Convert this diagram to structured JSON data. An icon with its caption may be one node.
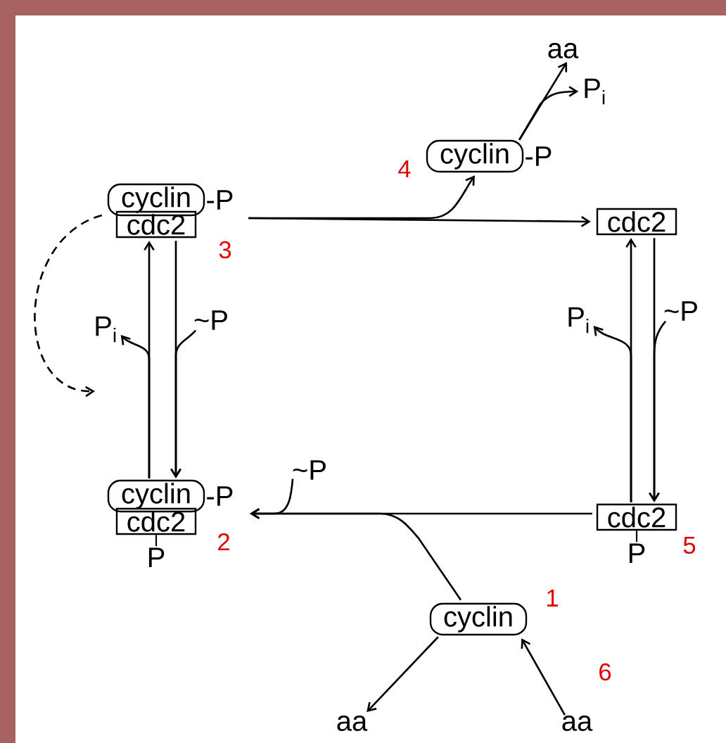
{
  "diagram": {
    "nodes": [
      {
        "text": [
          "aa"
        ]
      },
      {
        "text": [
          "P$_{i}$"
        ]
      },
      {
        "text": [
          "cyclin"
        ],
        "beside": [
          "-P"
        ]
      },
      {
        "text": [
          "cyclin"
        ],
        "beside": [
          "-P"
        ]
      },
      {
        "text": [
          "cdc2"
        ]
      },
      {
        "text": [
          "cdc2"
        ]
      },
      {
        "text": [
          "P$_{i}$"
        ]
      },
      {
        "text": [
          "~P"
        ]
      },
      {
        "text": [
          "P$_{i}$"
        ]
      },
      {
        "text": [
          "~P"
        ]
      },
      {
        "text": [
          "~P"
        ]
      },
      {
        "text": [
          "cyclin"
        ],
        "beside": [
          "-P"
        ]
      },
      {
        "text": [
          "cdc2"
        ],
        "beside": [
          "P"
        ]
      },
      {
        "text": [
          "cdc2"
        ],
        "beside": [
          "P"
        ]
      },
      {
        "text": [
          "cyclin"
        ]
      },
      {
        "text": [
          "aa"
        ]
      },
      {
        "text": [
          "aa"
        ]
      }
    ],
    "edges": [
      {
        "from": 3,
        "to": 5,
        "arrow": "to"
      },
      {
        "from": 3,
        "to": 2,
        "arrow": "to"
      },
      {
        "from": 2,
        "to": 0,
        "arrow": "to"
      },
      {
        "from": 2,
        "to": 1,
        "arrow": "to"
      },
      {
        "from": 13,
        "to": 5,
        "arrow": "to"
      },
      {
        "from": 13,
        "to": 6,
        "arrow": "to"
      },
      {
        "from": 5,
        "to": 13,
        "arrow": "to"
      },
      {
        "from": 7,
        "to": 13,
        "arrow": "to"
      },
      {
        "from": 11,
        "to": 4,
        "arrow": "to"
      },
      {
        "from": 11,
        "to": 8,
        "arrow": "to"
      },
      {
        "from": 4,
        "to": 11,
        "arrow": "to"
      },
      {
        "from": 9,
        "to": 11,
        "arrow": "to"
      },
      {
        "from": 3,
        "to": null,
        "arrow": "to",
        "style": "dashed"
      },
      {
        "from": 13,
        "to": 11,
        "arrow": "to"
      },
      {
        "from": 14,
        "to": 11,
        "arrow": "to"
      },
      {
        "from": 10,
        "to": 11,
        "arrow": "to"
      },
      {
        "from": 14,
        "to": 15,
        "arrow": "to"
      },
      {
        "from": 16,
        "to": 14,
        "arrow": "to"
      }
    ],
    "labels": [
      "4",
      "3",
      "2",
      "5",
      "1",
      "6"
    ]
  }
}
